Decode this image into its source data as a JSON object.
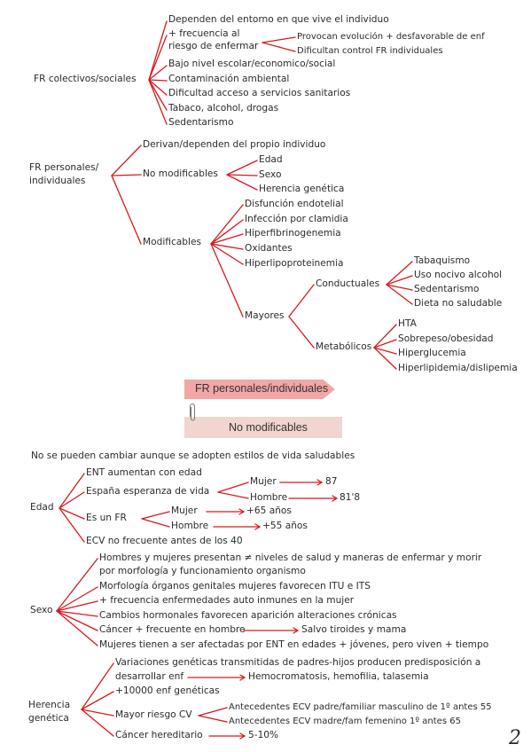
{
  "colectivos": {
    "label": "FR colectivos/sociales",
    "items": [
      "Dependen del entorno en que vive el individuo",
      "+ frecuencia al",
      "riesgo de enfermar",
      "Bajo nivel escolar/economico/social",
      "Contaminación ambiental",
      "Dificultad acceso a servicios sanitarios",
      "Tabaco, alcohol, drogas",
      "Sedentarismo"
    ],
    "riesgo": [
      "Provocan evolución + desfavorable de enf",
      "Dificultan control FR individuales"
    ]
  },
  "personales": {
    "label_1": "FR personales/",
    "label_2": "individuales",
    "derivan": "Derivan/dependen del propio individuo",
    "no_mod": {
      "label": "No modificables",
      "items": [
        "Edad",
        "Sexo",
        "Herencia genética"
      ]
    },
    "mod": {
      "label": "Modificables",
      "items": [
        "Disfunción endotelial",
        "Infección por clamidia",
        "Hiperfibrinogenemia",
        "Oxidantes",
        "Hiperlipoproteinemia"
      ],
      "mayores": {
        "label": "Mayores",
        "conductuales": {
          "label": "Conductuales",
          "items": [
            "Tabaquismo",
            "Uso nocivo alcohol",
            "Sedentarismo",
            "Dieta no saludable"
          ]
        },
        "metabolicos": {
          "label": "Metabólicos",
          "items": [
            "HTA",
            "Sobrepeso/obesidad",
            "Hiperglucemia",
            "Hiperlipidemia/dislipemia"
          ]
        }
      }
    }
  },
  "banners": {
    "primary": "FR personales/individuales",
    "secondary": "No modificables"
  },
  "intro": "No se pueden cambiar aunque se adopten estilos de vida saludables",
  "edad": {
    "label": "Edad",
    "ent": "ENT aumentan con edad",
    "espana": "España esperanza de vida",
    "espana_mujer": "Mujer",
    "espana_mujer_val": "87",
    "espana_hombre": "Hombre",
    "espana_hombre_val": "81'8",
    "fr": "Es un FR",
    "fr_mujer": "Mujer",
    "fr_mujer_val": "+65 años",
    "fr_hombre": "Hombre",
    "fr_hombre_val": "+55 años",
    "ecv": "ECV no frecuente antes de los 40"
  },
  "sexo": {
    "label": "Sexo",
    "l1": "Hombres y mujeres presentan ≠ niveles de salud y maneras de enfermar y morir",
    "l1b": "por morfología y funcionamiento organismo",
    "l2": "Morfología órganos genitales mujeres favorecen ITU e ITS",
    "l3": "+ frecuencia enfermedades auto inmunes en la mujer",
    "l4": "Cambios hormonales favorecen aparición alteraciones crónicas",
    "l5": "Cáncer + frecuente en hombre",
    "l5_val": "Salvo tiroides y mama",
    "l6": "Mujeres tienen a ser afectadas por ENT en edades + jóvenes, pero viven + tiempo"
  },
  "herencia": {
    "label_1": "Herencia",
    "label_2": "genética",
    "l1": "Variaciones genéticas transmitidas de padres-hijos producen predisposición a",
    "l1b": "desarrollar enf",
    "l1_val": "Hemocromatosis, hemofilia, talasemia",
    "l2": "+10000 enf genéticas",
    "l3": "Mayor riesgo CV",
    "l3_a": "Antecedentes ECV padre/familiar masculino de 1º antes 55",
    "l3_b": "Antecedentes ECV madre/fam femenino 1º antes 65",
    "l4": "Cáncer hereditario",
    "l4_val": "5-10%"
  },
  "page_number": "2",
  "colors": {
    "line": "#d7191f",
    "banner": "#f2a6a6",
    "banner_light": "#f2d4d0"
  }
}
